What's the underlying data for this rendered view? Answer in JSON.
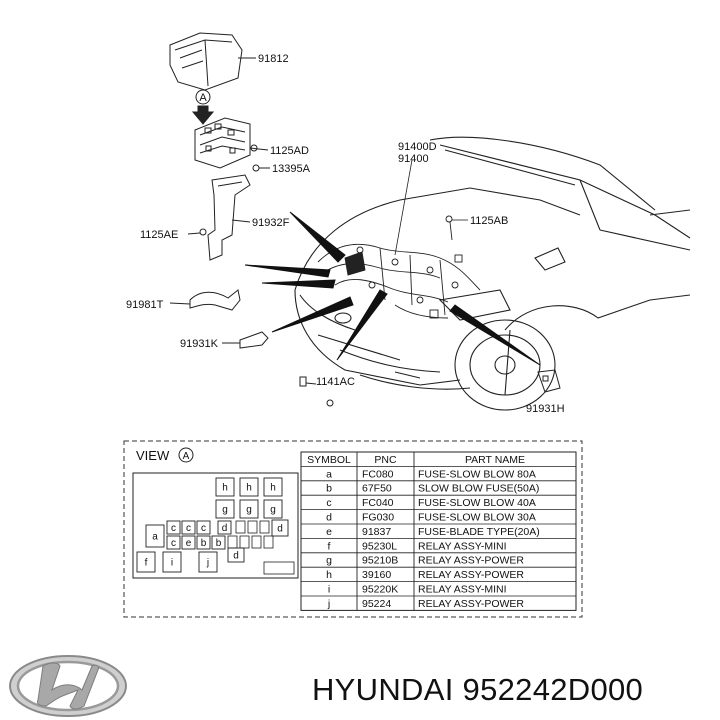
{
  "callouts": {
    "c91812": "91812",
    "cA_top": "A",
    "c1125AD": "1125AD",
    "c13395A": "13395A",
    "c91400D": "91400D",
    "c91400": "91400",
    "c1125AB": "1125AB",
    "c1125AE": "1125AE",
    "c91932F": "91932F",
    "c91981T": "91981T",
    "c91931K": "91931K",
    "c1141AC": "1141AC",
    "c91931H": "91931H"
  },
  "view": {
    "label": "VIEW",
    "circle": "A"
  },
  "fuse_box": {
    "cells": [
      "h",
      "h",
      "h",
      "g",
      "g",
      "g",
      "c",
      "c",
      "c",
      "d",
      "a",
      "c",
      "e",
      "b",
      "b",
      "d",
      "d",
      "f",
      "i",
      "j"
    ]
  },
  "parts_table": {
    "headers": [
      "SYMBOL",
      "PNC",
      "PART NAME"
    ],
    "rows": [
      [
        "a",
        "FC080",
        "FUSE-SLOW BLOW 80A"
      ],
      [
        "b",
        "67F50",
        "SLOW BLOW FUSE(50A)"
      ],
      [
        "c",
        "FC040",
        "FUSE-SLOW BLOW 40A"
      ],
      [
        "d",
        "FG030",
        "FUSE-SLOW BLOW 30A"
      ],
      [
        "e",
        "91837",
        "FUSE-BLADE TYPE(20A)"
      ],
      [
        "f",
        "95230L",
        "RELAY ASSY-MINI"
      ],
      [
        "g",
        "95210B",
        "RELAY ASSY-POWER"
      ],
      [
        "h",
        "39160",
        "RELAY ASSY-POWER"
      ],
      [
        "i",
        "95220K",
        "RELAY ASSY-MINI"
      ],
      [
        "j",
        "95224",
        "RELAY ASSY-POWER"
      ]
    ]
  },
  "brand": {
    "text": "HYUNDAI 952242D000",
    "logo_icon": "hyundai-logo-icon"
  },
  "colors": {
    "ink": "#111111",
    "logo": "#9a9a9a"
  }
}
